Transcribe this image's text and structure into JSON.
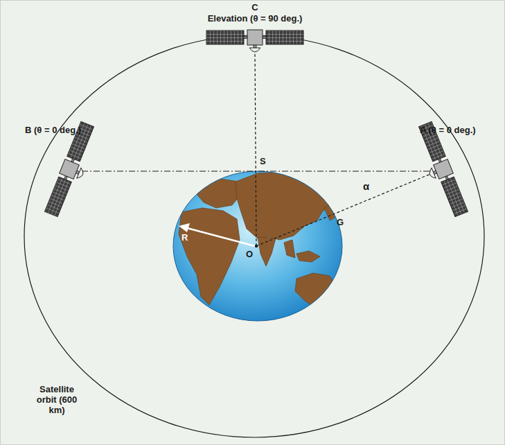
{
  "diagram": {
    "labels": [
      "C",
      "Elevation (θ = 90 deg.)",
      "B (θ = 0 deg.)",
      "A (θ = 0 deg.)",
      "S",
      "α",
      "G",
      "R",
      "O",
      "Satellite orbit (600 km)"
    ]
  }
}
